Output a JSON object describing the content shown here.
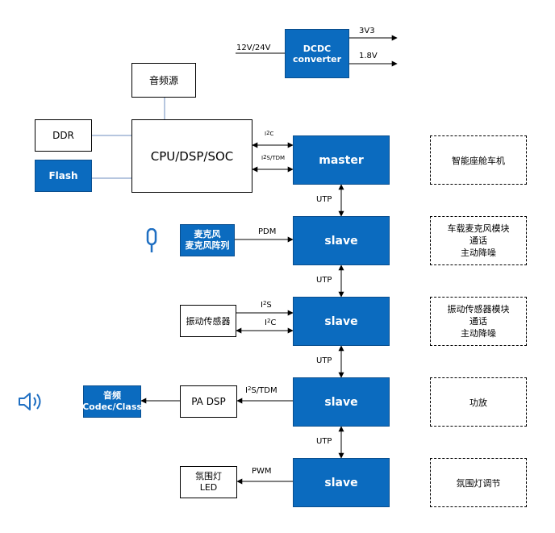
{
  "dcdc": {
    "label": "DCDC\nconverter",
    "input": "12V/24V",
    "out1": "3V3",
    "out2": "1.8V"
  },
  "audio_source": "音频源",
  "ddr": "DDR",
  "flash": "Flash",
  "cpu": "CPU/DSP/SOC",
  "bus1": {
    "top_sup": "2",
    "top_pre": "I",
    "top_post": "C",
    "bottom_pre": "I",
    "bottom_sup": "2",
    "bottom_post": "S/TDM"
  },
  "nodes": {
    "master": "master",
    "slave": "slave"
  },
  "utp": "UTP",
  "mic": {
    "label": "麦克风\n麦克风阵列",
    "link": "PDM"
  },
  "vib": {
    "label": "振动传感器",
    "link1_pre": "I",
    "link1_sup": "2",
    "link1_post": "S",
    "link2_pre": "I",
    "link2_sup": "2",
    "link2_post": "C"
  },
  "pa": {
    "label": "PA DSP",
    "link_pre": "I",
    "link_sup": "2",
    "link_post": "S/TDM"
  },
  "codec": "音频\nCodec/Class",
  "ambient": {
    "label": "氛围灯\nLED",
    "link": "PWM"
  },
  "notes": {
    "n1": "智能座舱车机",
    "n2": "车载麦克风模块\n通话\n主动降噪",
    "n3": "振动传感器模块\n通话\n主动降噪",
    "n4": "功放",
    "n5": "氛围灯调节"
  },
  "colors": {
    "blue": "#0b6bbf",
    "line_blue": "#6c8ebf",
    "icon_blue": "#1f6fc2"
  },
  "icons": {
    "microphone": "microphone-icon",
    "speaker": "speaker-icon"
  }
}
